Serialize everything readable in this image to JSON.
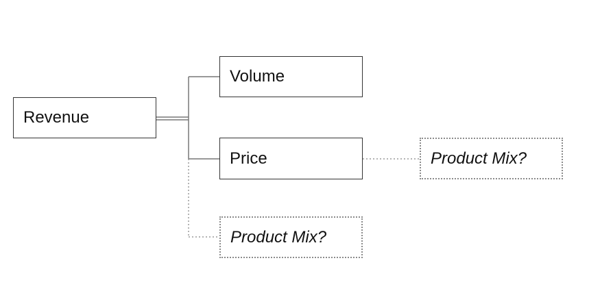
{
  "nodes": {
    "revenue": {
      "label": "Revenue"
    },
    "volume": {
      "label": "Volume"
    },
    "price": {
      "label": "Price"
    },
    "price_child": {
      "label": "Product Mix?"
    },
    "revenue_child_mix": {
      "label": "Product Mix?"
    }
  },
  "colors": {
    "solid_border": "#333333",
    "dotted_border": "#8a8a8a",
    "connector": "#777777",
    "dotted_connector": "#9a9a9a"
  }
}
